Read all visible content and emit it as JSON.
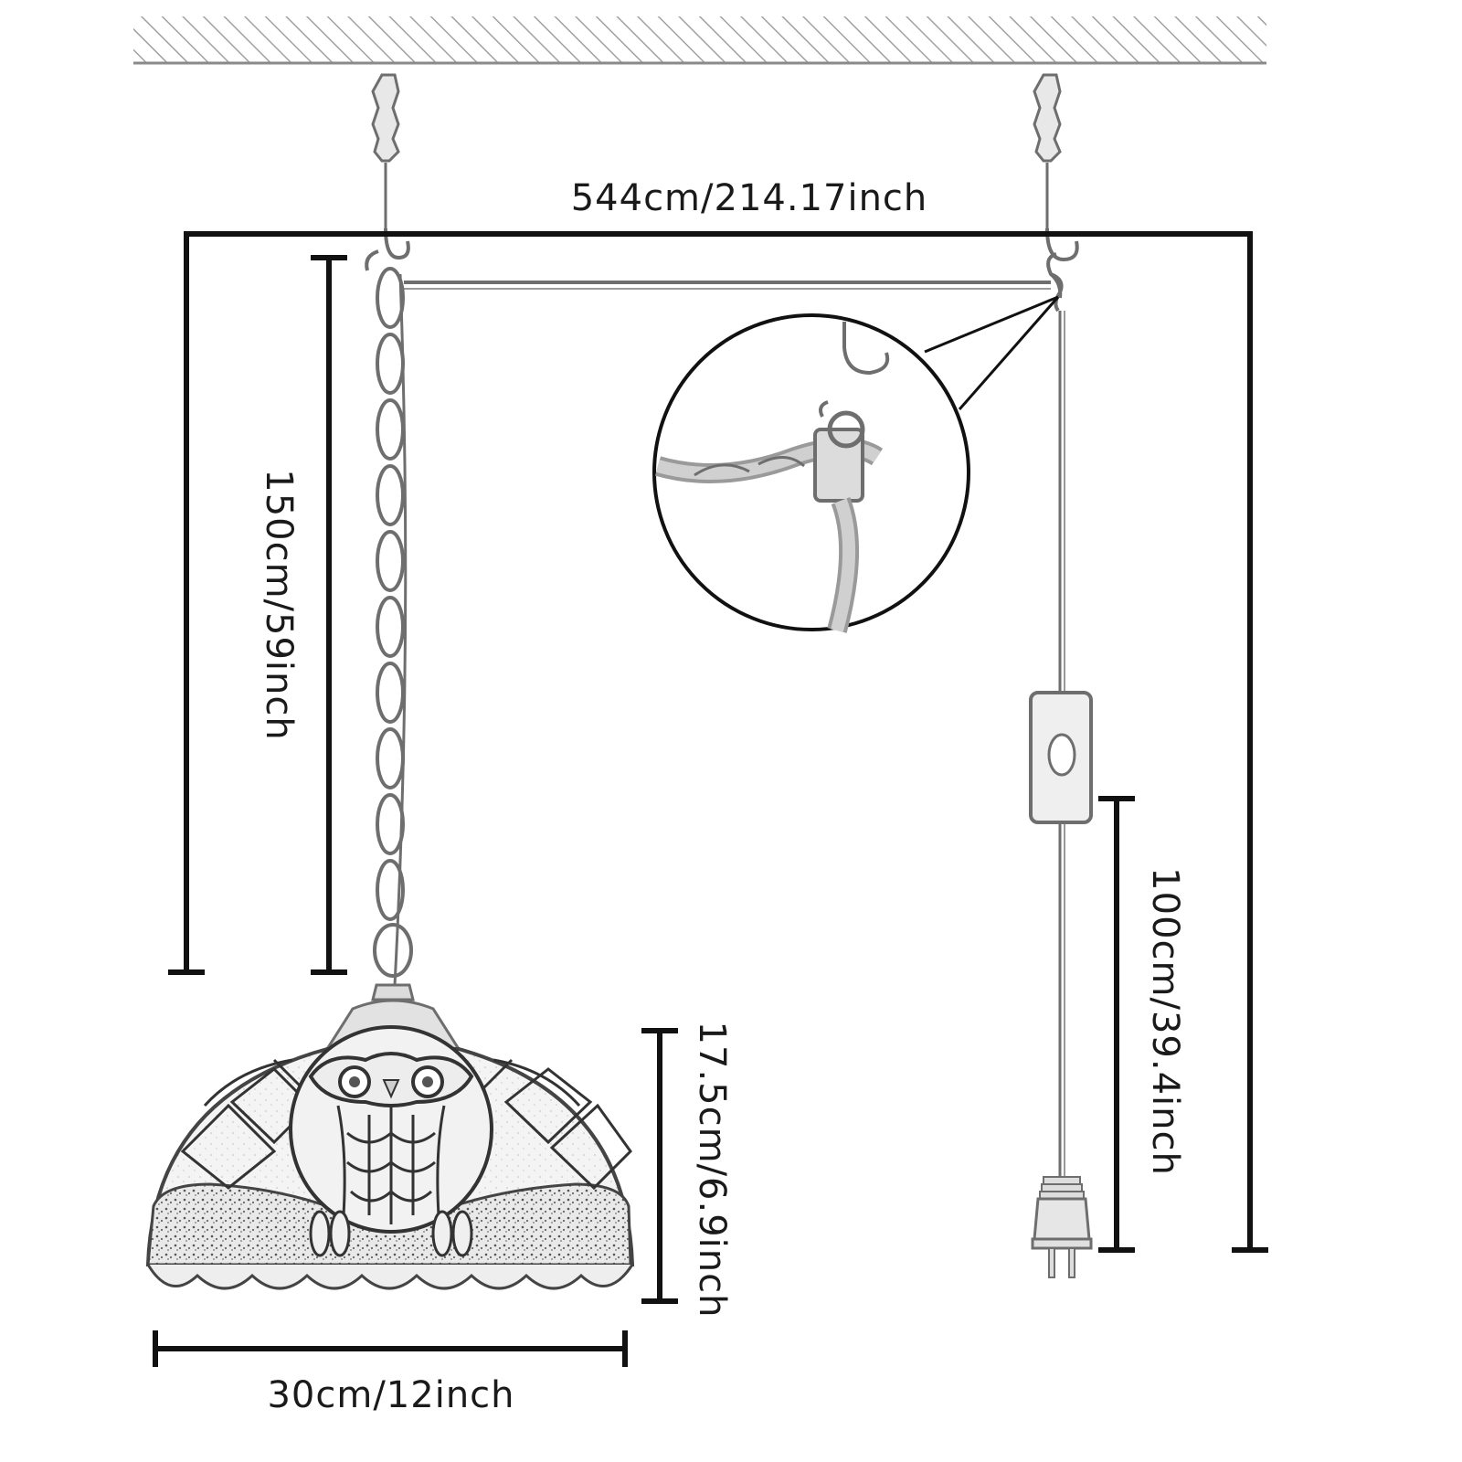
{
  "dimensions": {
    "total_length": "544cm/214.17inch",
    "chain_length": "150cm/59inch",
    "cord_to_plug": "100cm/39.4inch",
    "shade_height": "17.5cm/6.9inch",
    "shade_diameter": "30cm/12inch"
  },
  "components": {
    "ceiling": "ceiling-hatch",
    "anchors": [
      "wall-anchor-left",
      "wall-anchor-right"
    ],
    "hooks": [
      "swag-hook-left",
      "swag-hook-right"
    ],
    "chain": "chain-links",
    "switch": "inline-switch",
    "plug": "two-prong-plug",
    "shade": "owl-stained-glass-shade",
    "detail": "cord-clip-detail-circle"
  },
  "colors": {
    "dimension_line": "#111111",
    "drawing_stroke": "#6e6e6e",
    "background": "#ffffff"
  }
}
